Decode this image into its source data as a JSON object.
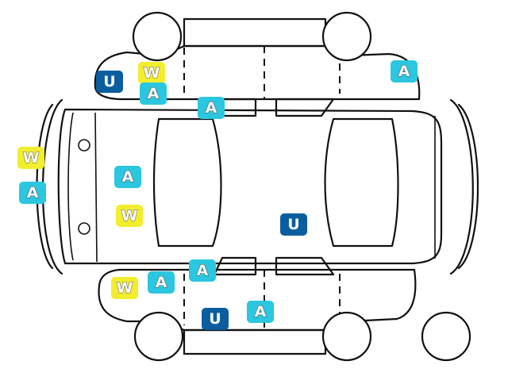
{
  "badges": [
    {
      "label": "U",
      "kind": "U",
      "color": "#0b5e9e"
    },
    {
      "label": "W",
      "kind": "W",
      "color": "#f3ee2d"
    },
    {
      "label": "A",
      "kind": "A",
      "color": "#2bc6df"
    },
    {
      "label": "A",
      "kind": "A",
      "color": "#2bc6df"
    },
    {
      "label": "A",
      "kind": "A",
      "color": "#2bc6df"
    },
    {
      "label": "W",
      "kind": "W",
      "color": "#f3ee2d"
    },
    {
      "label": "A",
      "kind": "A",
      "color": "#2bc6df"
    },
    {
      "label": "A",
      "kind": "A",
      "color": "#2bc6df"
    },
    {
      "label": "W",
      "kind": "W",
      "color": "#f3ee2d"
    },
    {
      "label": "U",
      "kind": "U",
      "color": "#0b5e9e"
    },
    {
      "label": "A",
      "kind": "A",
      "color": "#2bc6df"
    },
    {
      "label": "W",
      "kind": "W",
      "color": "#f3ee2d"
    },
    {
      "label": "A",
      "kind": "A",
      "color": "#2bc6df"
    },
    {
      "label": "U",
      "kind": "U",
      "color": "#0b5e9e"
    },
    {
      "label": "A",
      "kind": "A",
      "color": "#2bc6df"
    }
  ],
  "colors": {
    "line": "#111111",
    "background": "#ffffff"
  }
}
